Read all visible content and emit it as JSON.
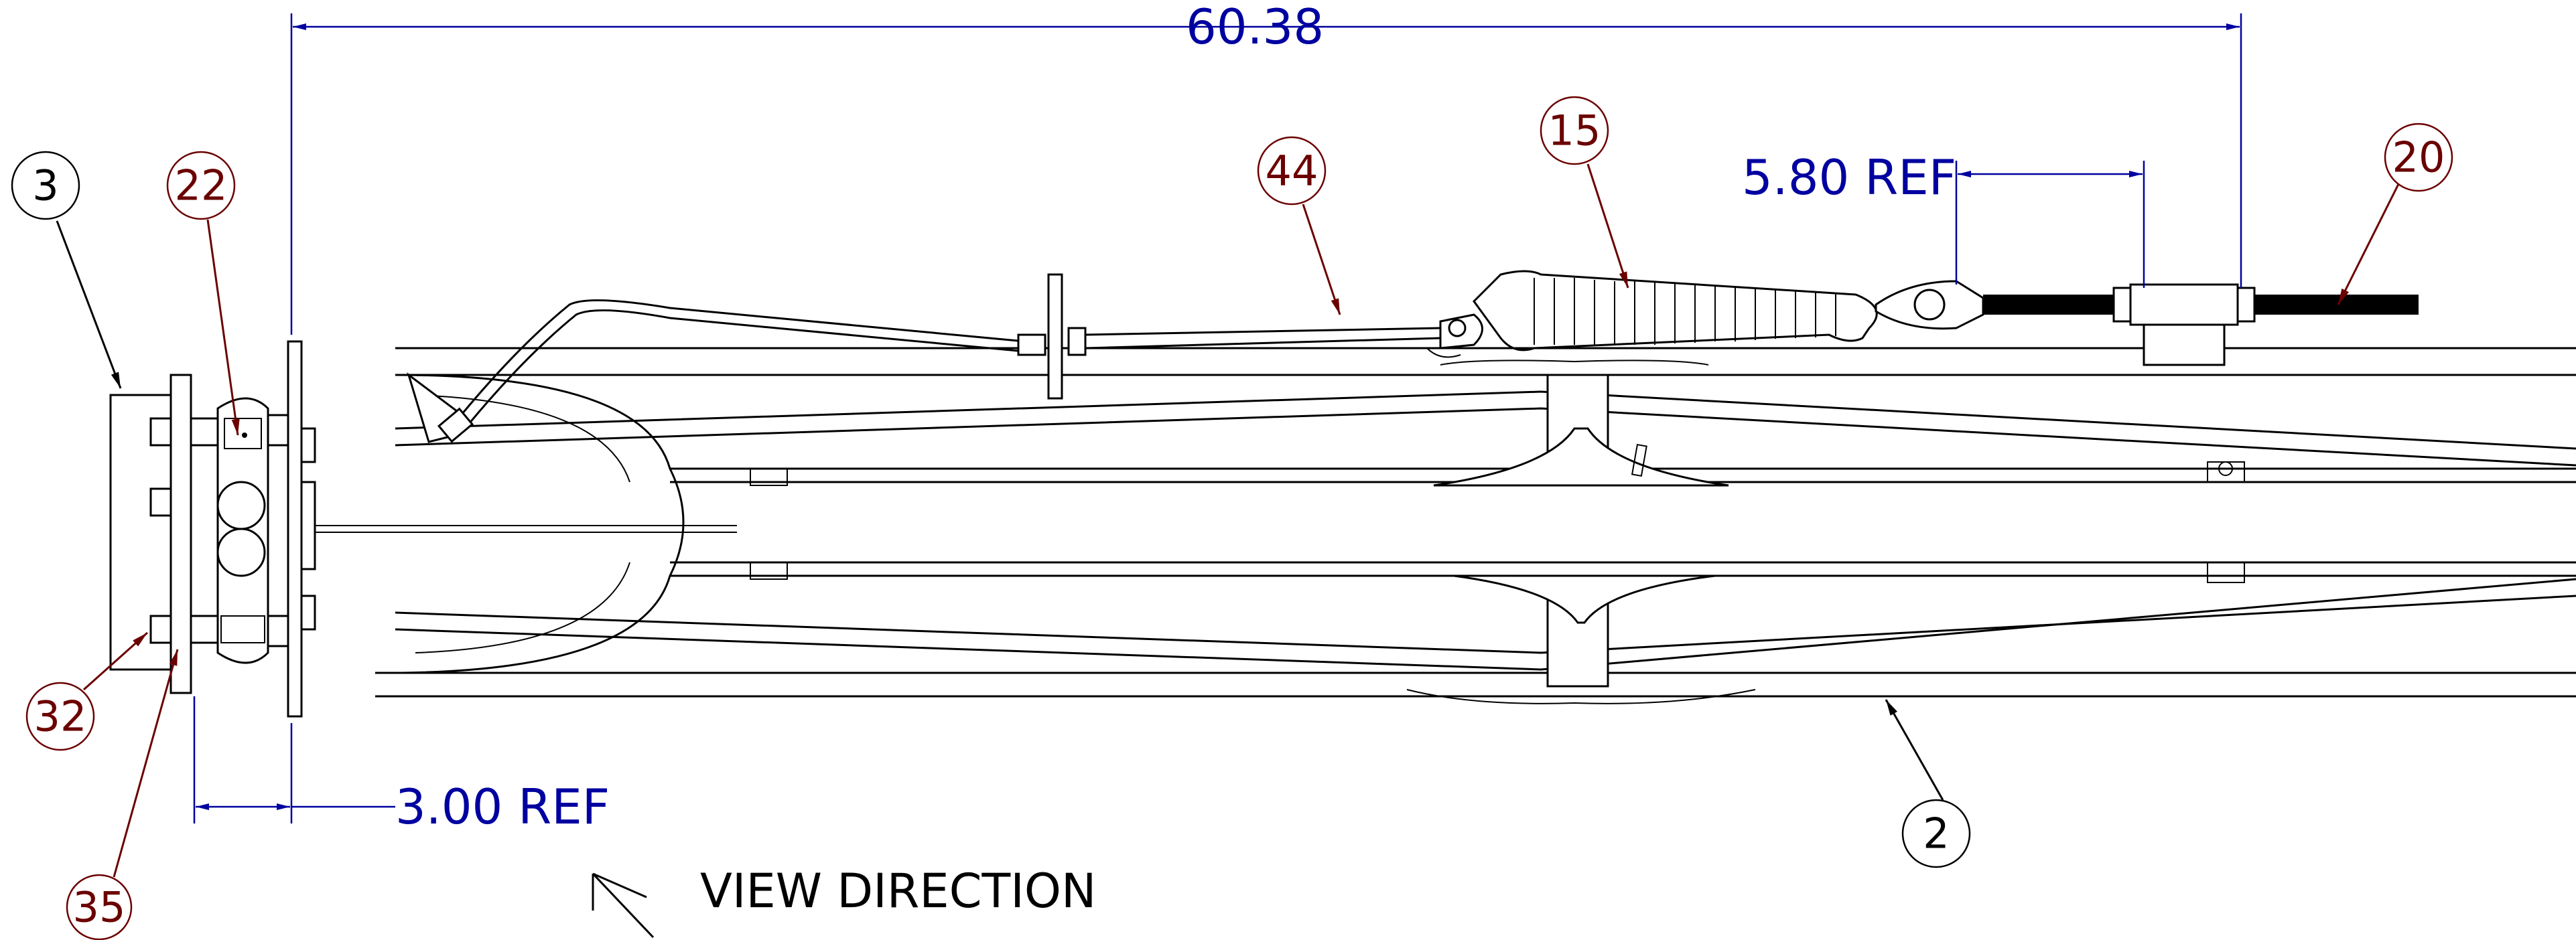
{
  "dimensions": {
    "overall": "60.38",
    "spring_ref": "5.80 REF",
    "offset_ref": "3.00 REF"
  },
  "balloons": {
    "b3": "3",
    "b22": "22",
    "b44": "44",
    "b15": "15",
    "b20": "20",
    "b32": "32",
    "b35": "35",
    "b2": "2"
  },
  "notes": {
    "view_direction": "VIEW DIRECTION"
  },
  "colors": {
    "dimension": "#0000a0",
    "balloon_highlight": "#6b0000",
    "geometry": "#000000"
  }
}
